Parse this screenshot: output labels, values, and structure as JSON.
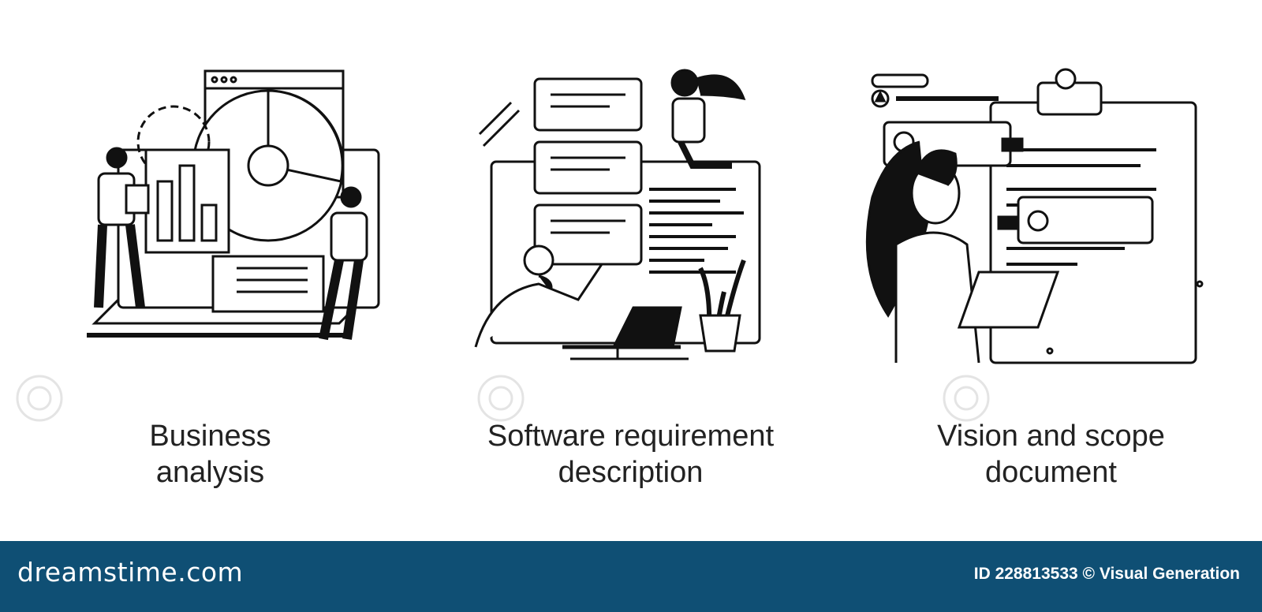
{
  "panels": [
    {
      "title_line1": "Business",
      "title_line2": "analysis",
      "icon": "business-analysis-illustration"
    },
    {
      "title_line1": "Software requirement",
      "title_line2": "description",
      "icon": "software-requirement-illustration"
    },
    {
      "title_line1": "Vision and scope",
      "title_line2": "document",
      "icon": "vision-scope-illustration"
    }
  ],
  "footer": {
    "logo": "dreamstime.com",
    "credit": "ID 228813533 © Visual Generation",
    "background": "#0f4f74"
  }
}
